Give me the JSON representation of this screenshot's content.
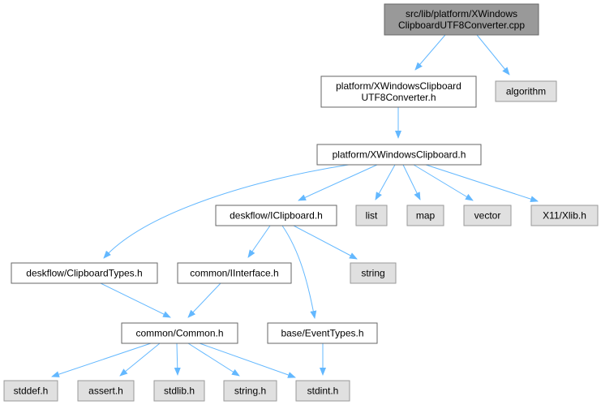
{
  "colors": {
    "root_fill": "#999999",
    "local_fill": "#ffffff",
    "system_fill": "#e0e0e0",
    "border": "#666666",
    "edge": "#63b8ff"
  },
  "nodes": [
    {
      "id": "root",
      "kind": "root",
      "lines": [
        "src/lib/platform/XWindows",
        "ClipboardUTF8Converter.cpp"
      ]
    },
    {
      "id": "conv_h",
      "kind": "local",
      "lines": [
        "platform/XWindowsClipboard",
        "UTF8Converter.h"
      ]
    },
    {
      "id": "algorithm",
      "kind": "system",
      "lines": [
        "algorithm"
      ]
    },
    {
      "id": "clip_h",
      "kind": "local",
      "lines": [
        "platform/XWindowsClipboard.h"
      ]
    },
    {
      "id": "iclipboard",
      "kind": "local",
      "lines": [
        "deskflow/IClipboard.h"
      ]
    },
    {
      "id": "list",
      "kind": "system",
      "lines": [
        "list"
      ]
    },
    {
      "id": "map",
      "kind": "system",
      "lines": [
        "map"
      ]
    },
    {
      "id": "vector",
      "kind": "system",
      "lines": [
        "vector"
      ]
    },
    {
      "id": "xlib",
      "kind": "system",
      "lines": [
        "X11/Xlib.h"
      ]
    },
    {
      "id": "cliptypes",
      "kind": "local",
      "lines": [
        "deskflow/ClipboardTypes.h"
      ]
    },
    {
      "id": "iinterface",
      "kind": "local",
      "lines": [
        "common/IInterface.h"
      ]
    },
    {
      "id": "string",
      "kind": "system",
      "lines": [
        "string"
      ]
    },
    {
      "id": "common",
      "kind": "local",
      "lines": [
        "common/Common.h"
      ]
    },
    {
      "id": "eventtypes",
      "kind": "local",
      "lines": [
        "base/EventTypes.h"
      ]
    },
    {
      "id": "stddef",
      "kind": "system",
      "lines": [
        "stddef.h"
      ]
    },
    {
      "id": "assert",
      "kind": "system",
      "lines": [
        "assert.h"
      ]
    },
    {
      "id": "stdlib",
      "kind": "system",
      "lines": [
        "stdlib.h"
      ]
    },
    {
      "id": "stringh",
      "kind": "system",
      "lines": [
        "string.h"
      ]
    },
    {
      "id": "stdint",
      "kind": "system",
      "lines": [
        "stdint.h"
      ]
    }
  ],
  "edges": [
    {
      "from": "root",
      "to": "conv_h"
    },
    {
      "from": "root",
      "to": "algorithm"
    },
    {
      "from": "conv_h",
      "to": "clip_h"
    },
    {
      "from": "clip_h",
      "to": "cliptypes"
    },
    {
      "from": "clip_h",
      "to": "iclipboard"
    },
    {
      "from": "clip_h",
      "to": "list"
    },
    {
      "from": "clip_h",
      "to": "map"
    },
    {
      "from": "clip_h",
      "to": "vector"
    },
    {
      "from": "clip_h",
      "to": "xlib"
    },
    {
      "from": "iclipboard",
      "to": "iinterface"
    },
    {
      "from": "iclipboard",
      "to": "string"
    },
    {
      "from": "iclipboard",
      "to": "eventtypes"
    },
    {
      "from": "cliptypes",
      "to": "common"
    },
    {
      "from": "iinterface",
      "to": "common"
    },
    {
      "from": "common",
      "to": "stddef"
    },
    {
      "from": "common",
      "to": "assert"
    },
    {
      "from": "common",
      "to": "stdlib"
    },
    {
      "from": "common",
      "to": "stringh"
    },
    {
      "from": "common",
      "to": "stdint"
    },
    {
      "from": "eventtypes",
      "to": "stdint"
    }
  ]
}
